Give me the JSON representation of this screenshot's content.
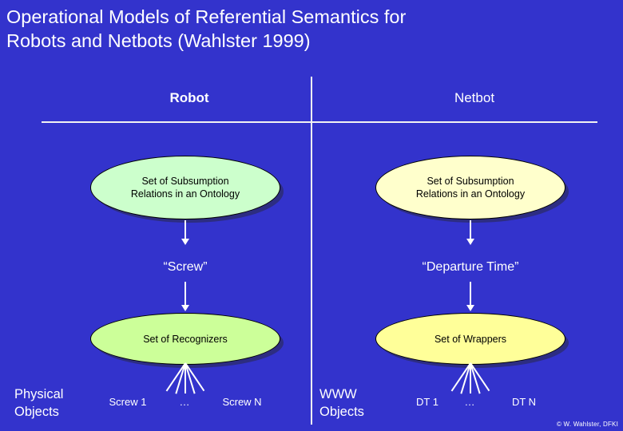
{
  "slide": {
    "title": "Operational Models of Referential Semantics for\nRobots and Netbots (Wahlster 1999)",
    "background_color": "#3333cc",
    "copyright": "© W. Wahlster, DFKI"
  },
  "columns": {
    "left": {
      "header": "Robot"
    },
    "right": {
      "header": "Netbot"
    }
  },
  "nodes": {
    "robot_ontology": {
      "label": "Set of Subsumption\nRelations in an Ontology",
      "fill": "#ccffcc"
    },
    "netbot_ontology": {
      "label": "Set of Subsumption\nRelations in an Ontology",
      "fill": "#ffffcc"
    },
    "robot_term": {
      "label": "“Screw”"
    },
    "netbot_term": {
      "label": "“Departure Time”"
    },
    "robot_recognizers": {
      "label": "Set of Recognizers",
      "fill": "#ccff99"
    },
    "netbot_wrappers": {
      "label": "Set of Wrappers",
      "fill": "#ffff99"
    }
  },
  "bottom": {
    "left_category": "Physical\nObjects",
    "right_category": "WWW\nObjects",
    "left_leaves": [
      "Screw 1",
      "…",
      "Screw N"
    ],
    "right_leaves": [
      "DT 1",
      "…",
      "DT N"
    ]
  },
  "chart_data": {
    "type": "diagram",
    "title": "Operational Models of Referential Semantics for Robots and Netbots (Wahlster 1999)",
    "columns": [
      "Robot",
      "Netbot"
    ],
    "levels": [
      {
        "name": "ontology",
        "left": "Set of Subsumption Relations in an Ontology",
        "right": "Set of Subsumption Relations in an Ontology"
      },
      {
        "name": "term",
        "left": "“Screw”",
        "right": "“Departure Time”"
      },
      {
        "name": "resolvers",
        "left": "Set of Recognizers",
        "right": "Set of Wrappers"
      },
      {
        "name": "referents",
        "left": "Physical Objects",
        "right": "WWW Objects"
      }
    ],
    "leaf_fanout": 5,
    "left_leaf_labels": [
      "Screw 1",
      "…",
      "Screw N"
    ],
    "right_leaf_labels": [
      "DT 1",
      "…",
      "DT N"
    ]
  }
}
